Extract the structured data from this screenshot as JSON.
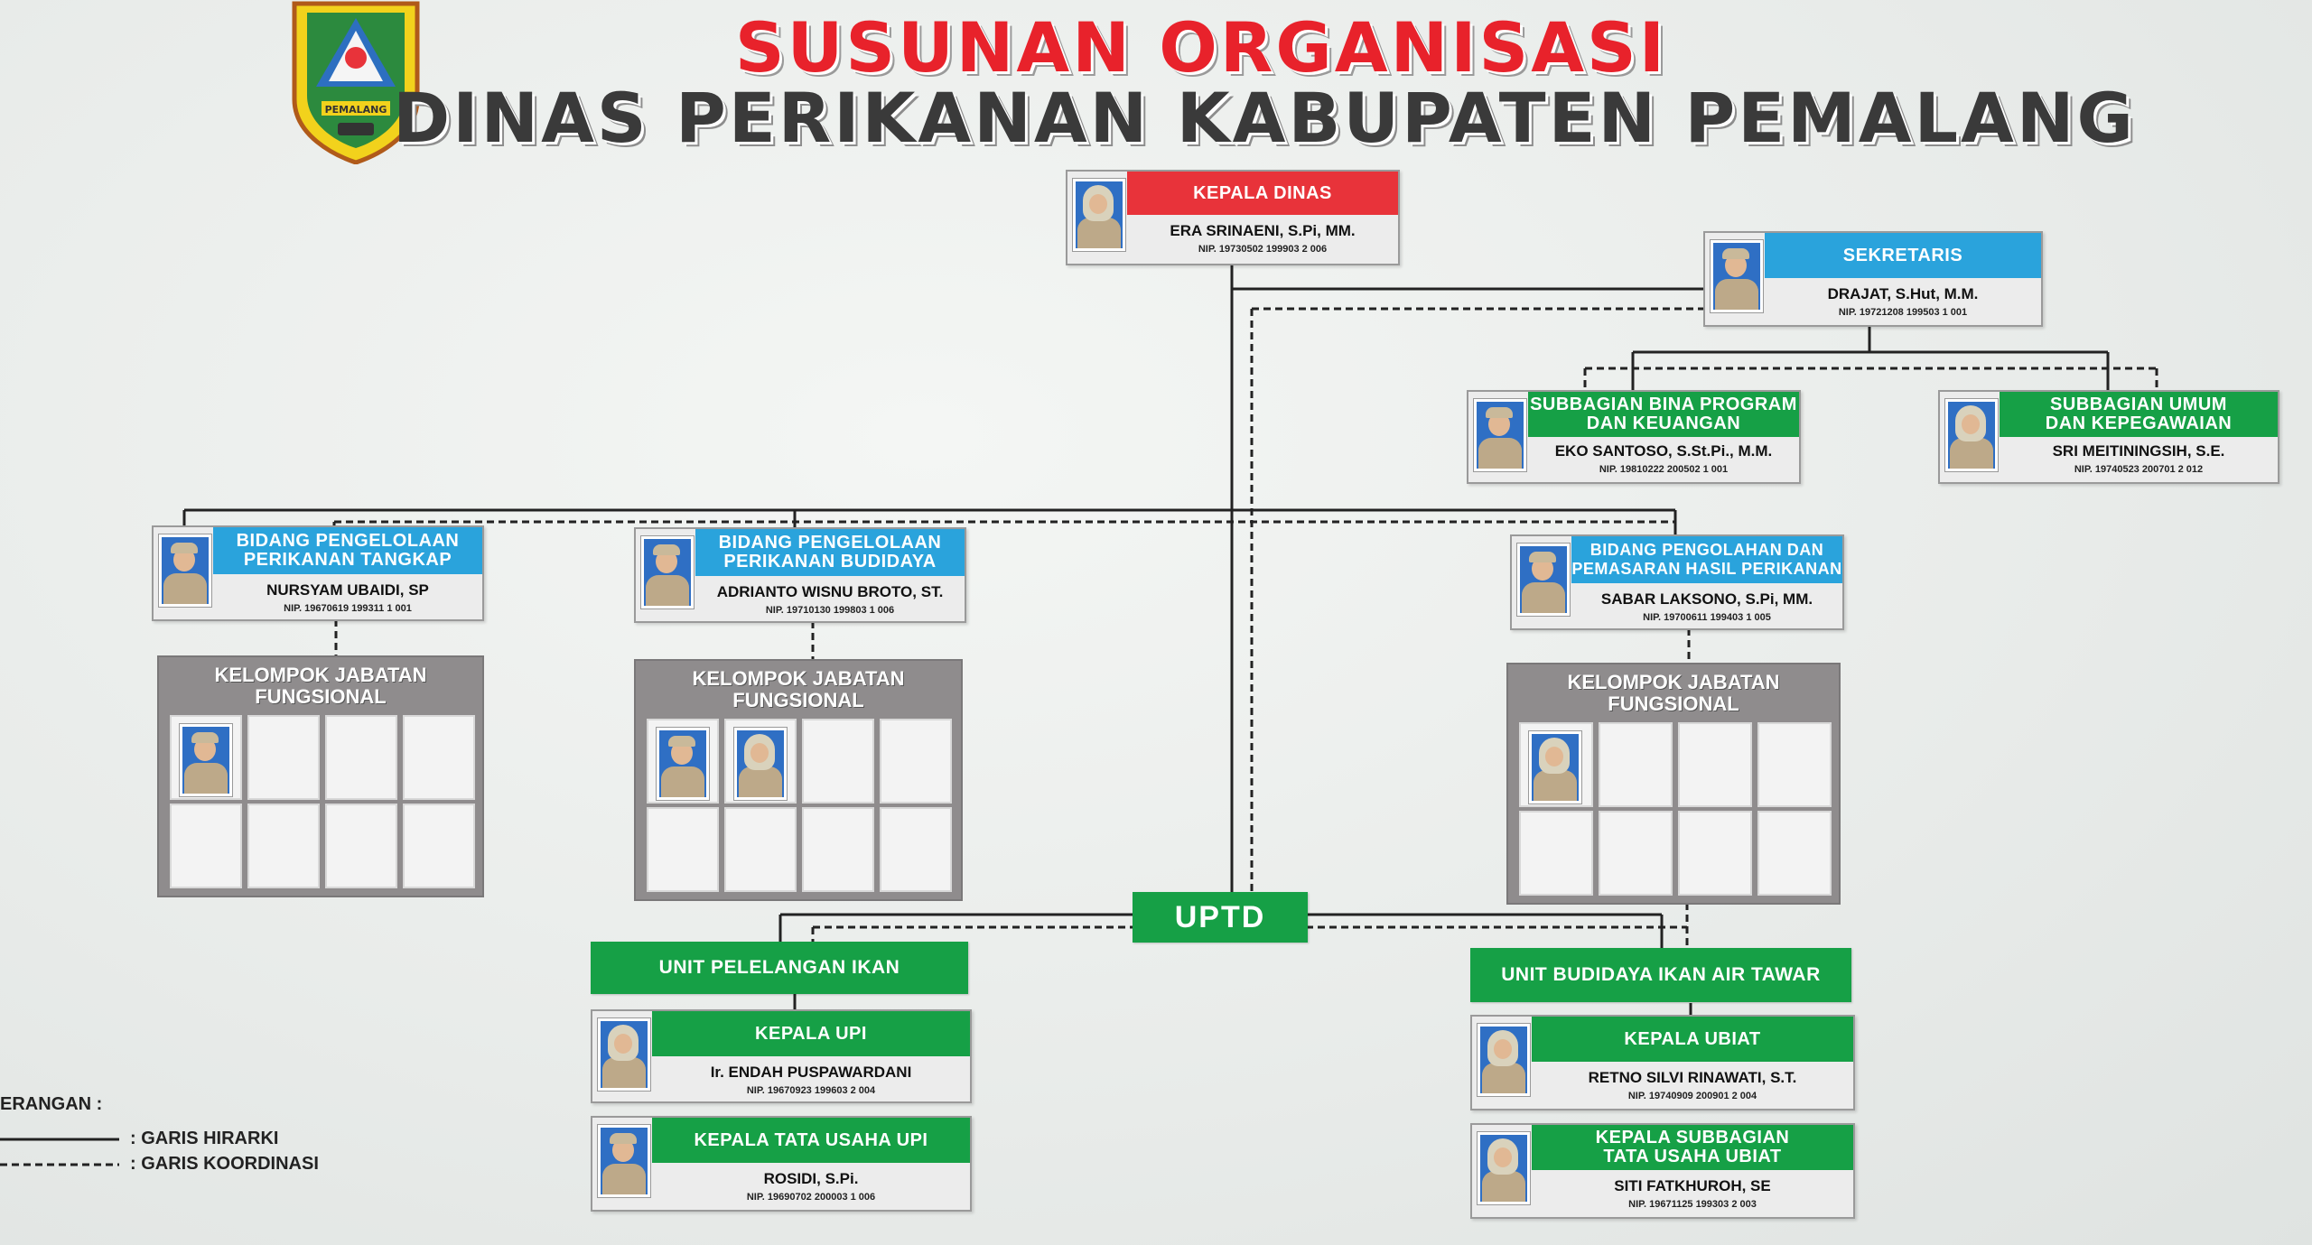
{
  "header": {
    "title_line1": "SUSUNAN ORGANISASI",
    "title_line2": "DINAS PERIKANAN KABUPATEN PEMALANG",
    "logo_icon": "pemalang-coat-of-arms-icon",
    "logo_text": "PEMALANG"
  },
  "kepala_dinas": {
    "title": "KEPALA DINAS",
    "name": "ERA SRINAENI, S.Pi, MM.",
    "nip": "NIP. 19730502 199903 2 006"
  },
  "sekretaris": {
    "title": "SEKRETARIS",
    "name": "DRAJAT, S.Hut, M.M.",
    "nip": "NIP. 19721208 199503 1 001"
  },
  "subbagian_bina": {
    "title": "SUBBAGIAN BINA PROGRAM\nDAN KEUANGAN",
    "name": "EKO SANTOSO, S.St.Pi., M.M.",
    "nip": "NIP. 19810222 200502 1 001"
  },
  "subbagian_umum": {
    "title": "SUBBAGIAN UMUM\nDAN KEPEGAWAIAN",
    "name": "SRI MEITININGSIH, S.E.",
    "nip": "NIP. 19740523 200701 2 012"
  },
  "bidang_tangkap": {
    "title": "BIDANG PENGELOLAAN\nPERIKANAN TANGKAP",
    "name": "NURSYAM UBAIDI, SP",
    "nip": "NIP. 19670619 199311 1 001"
  },
  "bidang_budidaya": {
    "title": "BIDANG PENGELOLAAN\nPERIKANAN BUDIDAYA",
    "name": "ADRIANTO WISNU BROTO, ST.",
    "nip": "NIP. 19710130 199803 1 006"
  },
  "bidang_pengolahan": {
    "title": "BIDANG PENGOLAHAN DAN\nPEMASARAN HASIL PERIKANAN",
    "name": "SABAR LAKSONO, S.Pi, MM.",
    "nip": "NIP. 19700611 199403 1 005"
  },
  "kelompok": {
    "title": "KELOMPOK JABATAN\nFUNGSIONAL",
    "photos_per_group": [
      1,
      2,
      1
    ]
  },
  "uptd": {
    "label": "UPTD"
  },
  "unit_pelelangan": {
    "label": "UNIT PELELANGAN IKAN",
    "kepala": {
      "title": "KEPALA UPI",
      "name": "Ir. ENDAH PUSPAWARDANI",
      "nip": "NIP. 19670923 199603 2 004"
    },
    "tata_usaha": {
      "title": "KEPALA TATA USAHA UPI",
      "name": "ROSIDI, S.Pi.",
      "nip": "NIP. 19690702 200003 1 006"
    }
  },
  "unit_budidaya": {
    "label": "UNIT BUDIDAYA IKAN AIR TAWAR",
    "kepala": {
      "title": "KEPALA UBIAT",
      "name": "RETNO SILVI RINAWATI, S.T.",
      "nip": "NIP. 19740909 200901 2 004"
    },
    "tata_usaha": {
      "title": "KEPALA SUBBAGIAN\nTATA USAHA UBIAT",
      "name": "SITI FATKHUROH, SE",
      "nip": "NIP. 19671125 199303 2 003"
    }
  },
  "legend": {
    "heading": "ERANGAN :",
    "solid": ": GARIS HIRARKI",
    "dashed": ": GARIS KOORDINASI"
  },
  "colors": {
    "red": "#e8333a",
    "blue": "#2aa3dc",
    "green": "#16a046",
    "gray_box": "#8f8c8d"
  }
}
